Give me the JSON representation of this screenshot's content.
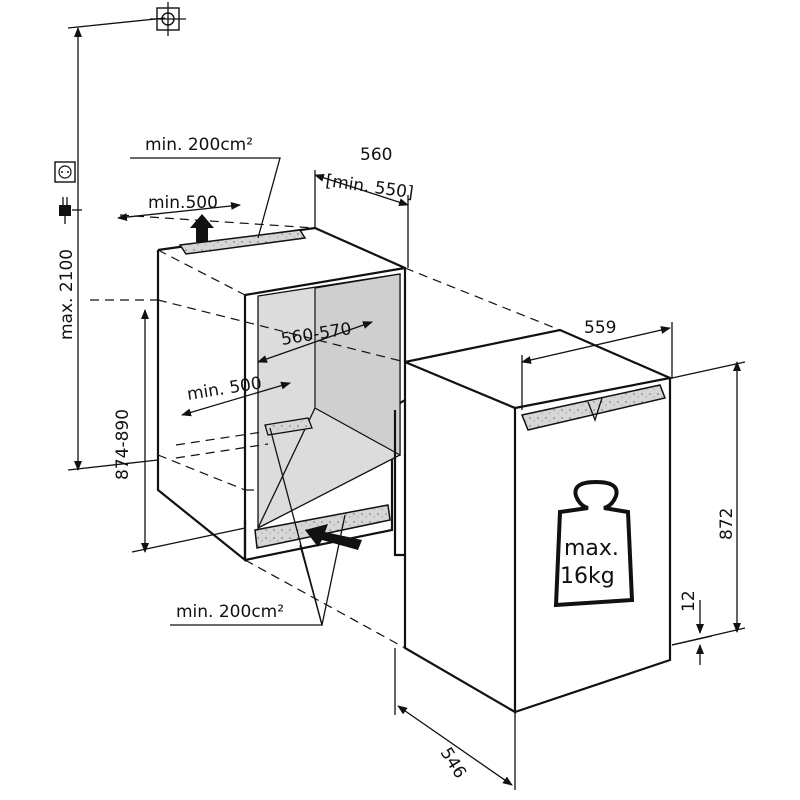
{
  "labels": {
    "top_vent": "min. 200cm²",
    "niche_depth": "560",
    "niche_depth_min": "[min. 550]",
    "top_min_500": "min.500",
    "inner_width": "560-570",
    "niche_height": "874-890",
    "bottom_min_500": "min. 500",
    "bottom_vent": "min. 200cm²",
    "max_height": "max. 2100",
    "appliance_width": "559",
    "appliance_height": "872",
    "plinth_gap": "12",
    "appliance_depth": "546",
    "max_load_line1": "max.",
    "max_load_line2": "16kg"
  },
  "icons": {
    "ceiling_mount": "ceiling-light-icon",
    "socket": "power-socket-icon",
    "plug": "power-plug-icon",
    "weight": "weight-icon"
  },
  "colors": {
    "line": "#111111",
    "interior_fill": "#dcdcdc",
    "vent_fill": "#cfcfcf",
    "background": "#ffffff"
  }
}
